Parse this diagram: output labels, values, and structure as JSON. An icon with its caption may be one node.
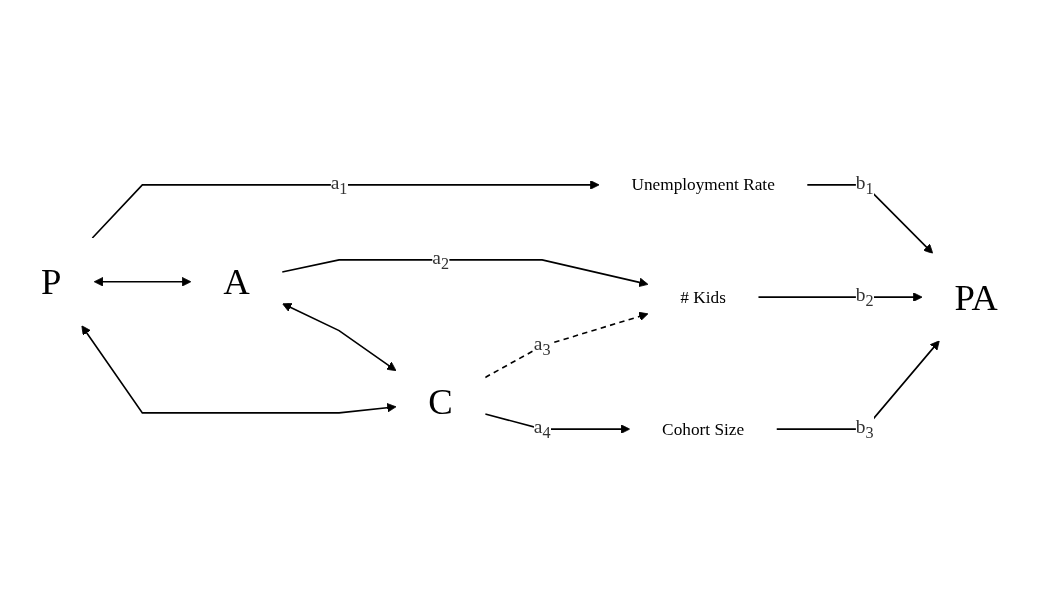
{
  "diagram": {
    "nodes": [
      {
        "text": [
          "P"
        ]
      },
      {
        "text": [
          "Unemployment Rate"
        ]
      },
      {
        "text": [
          "A"
        ]
      },
      {
        "text": [
          "# Kids"
        ]
      },
      {
        "text": [
          "PA"
        ]
      },
      {
        "text": [
          "C"
        ]
      },
      {
        "text": [
          "Cohort Size"
        ]
      }
    ],
    "edges": [
      {
        "from": 0,
        "to": 1,
        "arrow": "to",
        "label": "a$_{1}$"
      },
      {
        "from": 1,
        "to": 4,
        "arrow": "to",
        "label": "b$_{1}$"
      },
      {
        "from": 0,
        "to": 2,
        "arrow": "both"
      },
      {
        "from": 2,
        "to": 3,
        "arrow": "to",
        "label": "a$_{2}$"
      },
      {
        "from": 3,
        "to": 4,
        "arrow": "to",
        "label": "b$_{2}$"
      },
      {
        "from": 2,
        "to": 5,
        "arrow": "both"
      },
      {
        "from": 5,
        "to": 3,
        "arrow": "to",
        "label": "a$_{3}$",
        "style": "dashed"
      },
      {
        "from": 5,
        "to": 6,
        "arrow": "to",
        "label": "a$_{4}$"
      },
      {
        "from": 6,
        "to": 4,
        "arrow": "to",
        "label": "b$_{3}$"
      },
      {
        "from": 0,
        "to": 5,
        "arrow": "both"
      }
    ]
  }
}
